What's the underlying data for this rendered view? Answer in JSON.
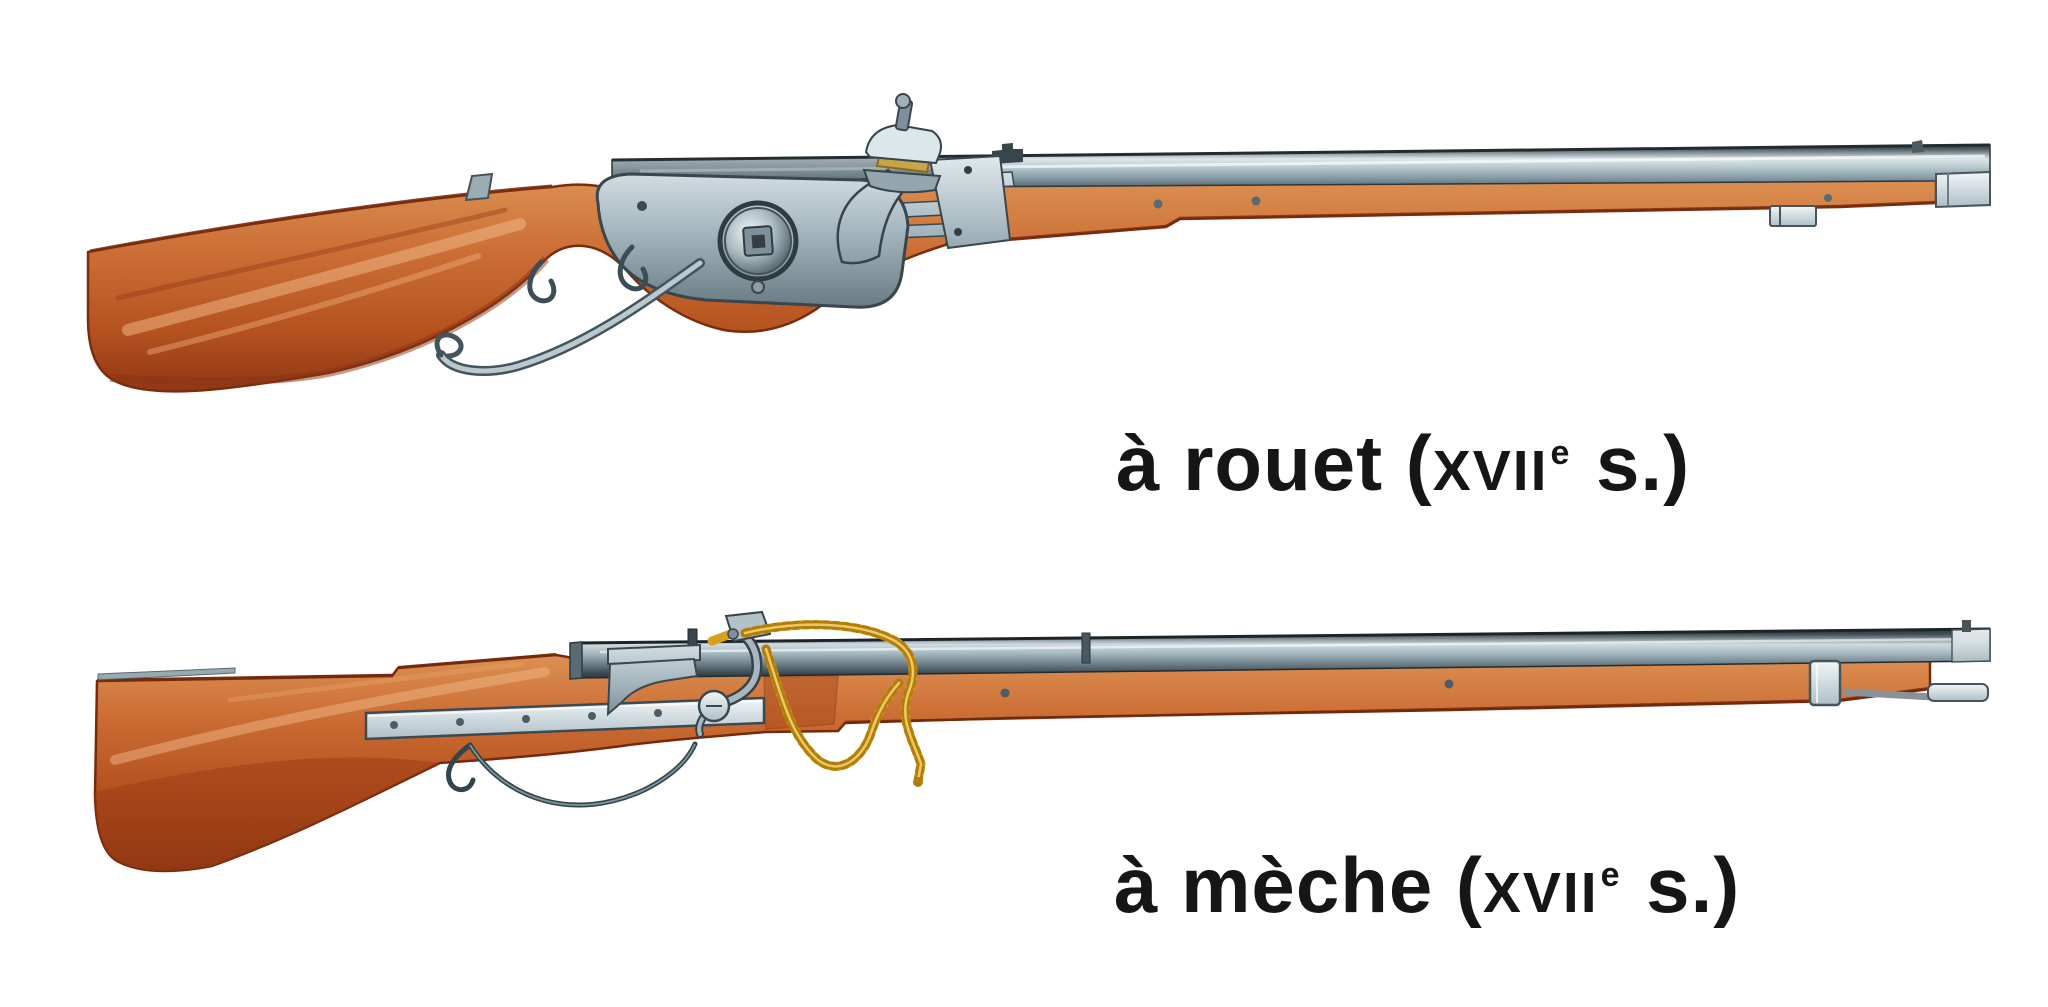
{
  "page": {
    "background": "#ffffff"
  },
  "palette": {
    "wood_highlight": "#dd9355",
    "wood_mid": "#c96b33",
    "wood_shadow": "#8a3312",
    "wood_outline": "#76290d",
    "steel_bright": "#eef3f4",
    "steel_mid": "#9db0b8",
    "steel_dark": "#3a474e",
    "barrel_dark": "#2e373b",
    "match_cord_gold": "#d7a020",
    "pyrite_tan": "#c7a64a",
    "caption_text": "#161616"
  },
  "figures": [
    {
      "name": "wheellock-musket",
      "caption": {
        "prefix": "à rouet (",
        "roman_numeral": "XVII",
        "superscript": "e",
        "suffix": " s.)"
      }
    },
    {
      "name": "matchlock-musket",
      "caption": {
        "prefix": "à mèche (",
        "roman_numeral": "XVII",
        "superscript": "e",
        "suffix": " s.)"
      }
    }
  ]
}
